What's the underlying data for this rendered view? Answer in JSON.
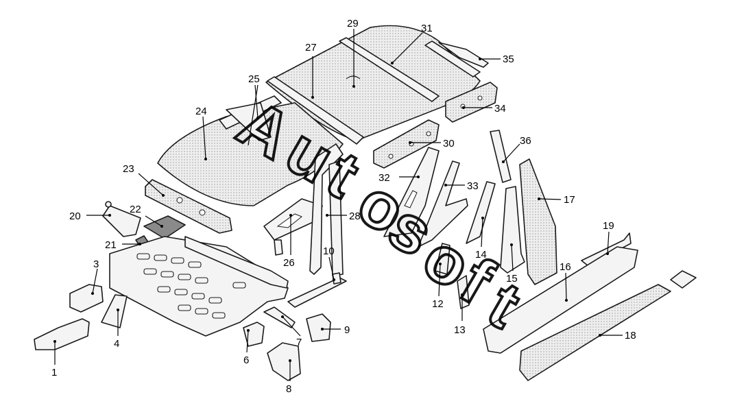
{
  "callouts": [
    {
      "id": "1",
      "label": "1"
    },
    {
      "id": "3",
      "label": "3"
    },
    {
      "id": "4",
      "label": "4"
    },
    {
      "id": "6",
      "label": "6"
    },
    {
      "id": "7",
      "label": "7"
    },
    {
      "id": "8",
      "label": "8"
    },
    {
      "id": "9",
      "label": "9"
    },
    {
      "id": "10",
      "label": "10"
    },
    {
      "id": "12",
      "label": "12"
    },
    {
      "id": "13",
      "label": "13"
    },
    {
      "id": "14",
      "label": "14"
    },
    {
      "id": "15",
      "label": "15"
    },
    {
      "id": "16",
      "label": "16"
    },
    {
      "id": "17",
      "label": "17"
    },
    {
      "id": "18",
      "label": "18"
    },
    {
      "id": "19",
      "label": "19"
    },
    {
      "id": "20",
      "label": "20"
    },
    {
      "id": "21",
      "label": "21"
    },
    {
      "id": "22",
      "label": "22"
    },
    {
      "id": "23",
      "label": "23"
    },
    {
      "id": "24",
      "label": "24"
    },
    {
      "id": "25",
      "label": "25"
    },
    {
      "id": "26",
      "label": "26"
    },
    {
      "id": "27",
      "label": "27"
    },
    {
      "id": "28",
      "label": "28"
    },
    {
      "id": "29",
      "label": "29"
    },
    {
      "id": "30",
      "label": "30"
    },
    {
      "id": "31",
      "label": "31"
    },
    {
      "id": "32",
      "label": "32"
    },
    {
      "id": "33",
      "label": "33"
    },
    {
      "id": "34",
      "label": "34"
    },
    {
      "id": "35",
      "label": "35"
    },
    {
      "id": "36",
      "label": "36"
    }
  ],
  "watermark": {
    "letters": [
      "A",
      "u",
      "t",
      "o",
      "s",
      "o",
      "f",
      "t"
    ]
  }
}
